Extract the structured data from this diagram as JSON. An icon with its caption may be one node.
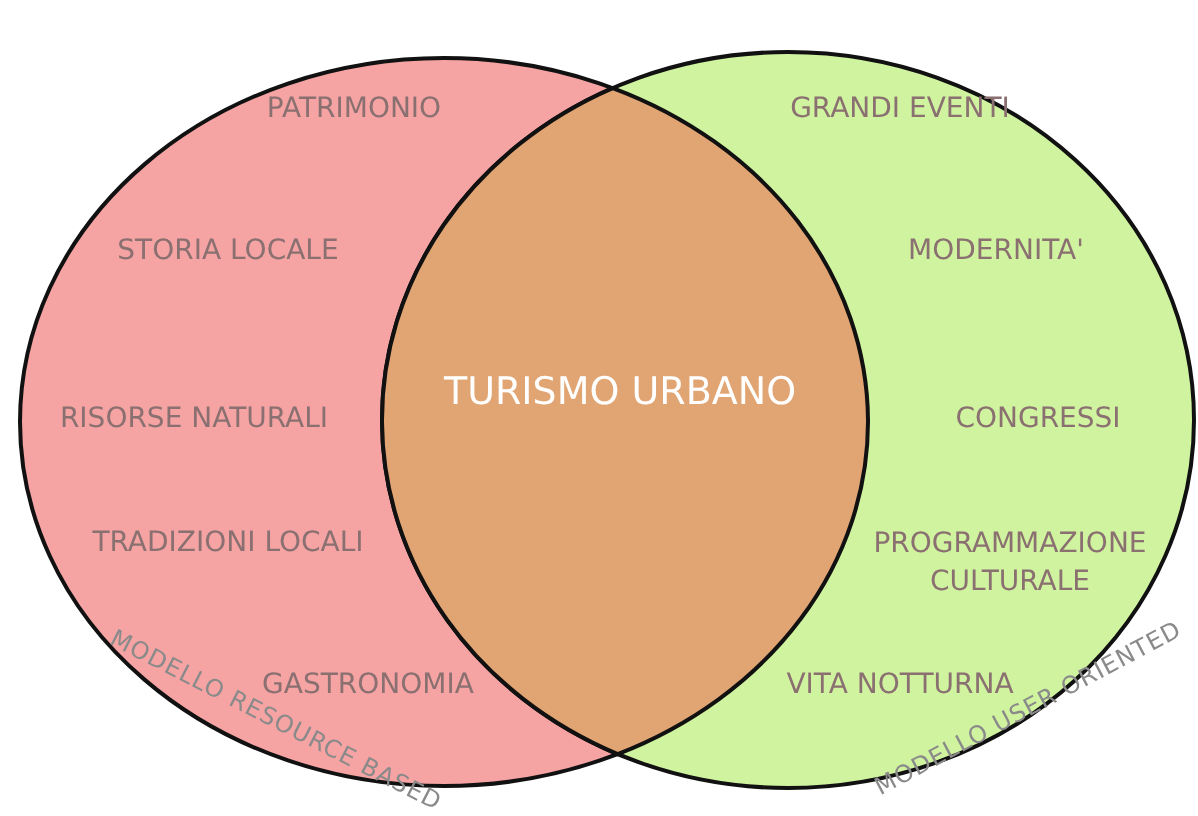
{
  "diagram": {
    "nodes": [
      {
        "text": [
          "MODELLO RESOURCE BASED"
        ]
      },
      {
        "text": [
          "MODELLO USER ORIENTED"
        ]
      },
      {
        "text": [
          "TURISMO URBANO"
        ]
      }
    ],
    "labels": [
      "PATRIMONIO",
      "GRANDI EVENTI",
      "STORIA LOCALE",
      "MODERNITA'",
      "RISORSE NATURALI",
      "CONGRESSI",
      "TRADIZIONI LOCALI",
      "PROGRAMMAZIONE CULTURALE",
      "GASTRONOMIA",
      "VITA NOTTURNA"
    ]
  }
}
